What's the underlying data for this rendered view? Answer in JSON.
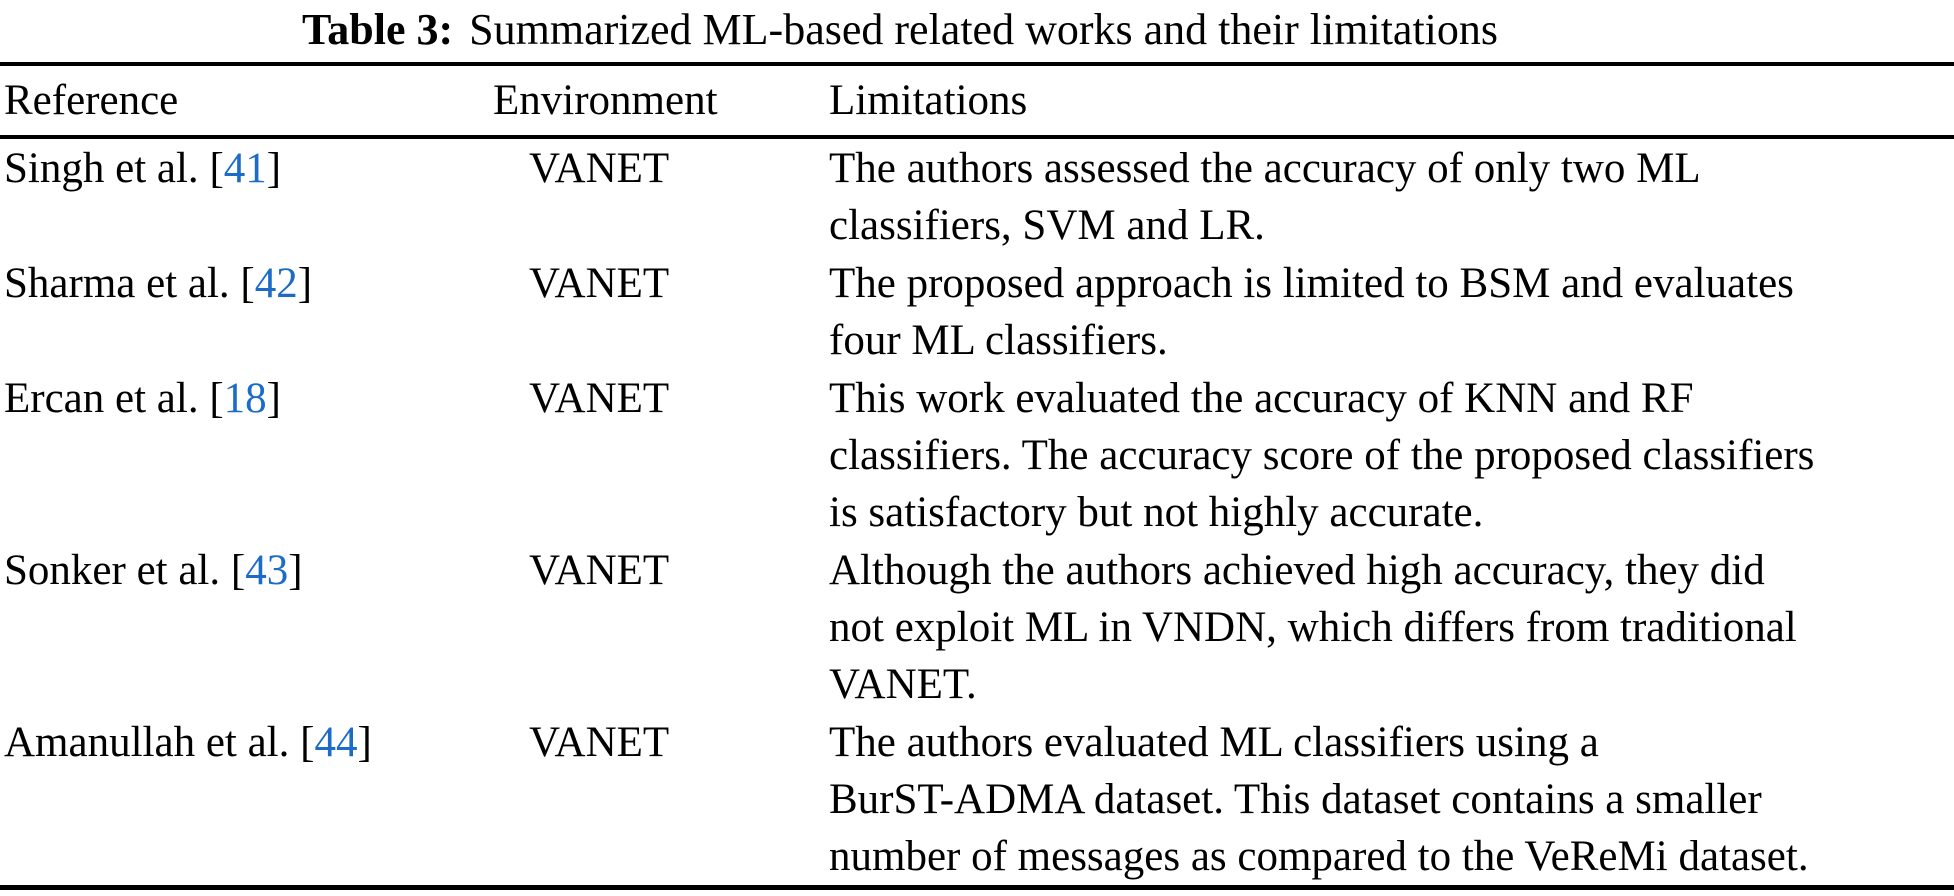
{
  "caption": {
    "label": "Table 3:",
    "text": "Summarized ML-based related works and their limitations"
  },
  "columns": {
    "reference": "Reference",
    "environment": "Environment",
    "limitations": "Limitations"
  },
  "citation_brackets": {
    "open": "[",
    "close": "]"
  },
  "rows": [
    {
      "author": "Singh et al.",
      "cite": "41",
      "environment": "VANET",
      "limitation_lines": [
        "The authors assessed the accuracy of only two ML",
        "classifiers, SVM and LR."
      ]
    },
    {
      "author": "Sharma et al.",
      "cite": "42",
      "environment": "VANET",
      "limitation_lines": [
        "The proposed approach is limited to BSM and evaluates",
        "four ML classifiers."
      ]
    },
    {
      "author": "Ercan et al.",
      "cite": "18",
      "environment": "VANET",
      "limitation_lines": [
        "This work evaluated the accuracy of KNN and RF",
        "classifiers. The accuracy score of the proposed classifiers",
        "is satisfactory but not highly accurate."
      ]
    },
    {
      "author": "Sonker et al.",
      "cite": "43",
      "environment": "VANET",
      "limitation_lines": [
        "Although the authors achieved high accuracy, they did",
        "not exploit ML in VNDN, which differs from traditional",
        "VANET."
      ]
    },
    {
      "author": "Amanullah et al.",
      "cite": "44",
      "environment": "VANET",
      "limitation_lines": [
        "The authors evaluated ML classifiers using a",
        "BurST-ADMA dataset. This dataset contains a smaller",
        "number of messages as compared to the VeReMi dataset."
      ]
    }
  ],
  "colors": {
    "citation_blue": "#1c6bc7",
    "text": "#000000",
    "rule": "#000000",
    "background": "#ffffff"
  }
}
